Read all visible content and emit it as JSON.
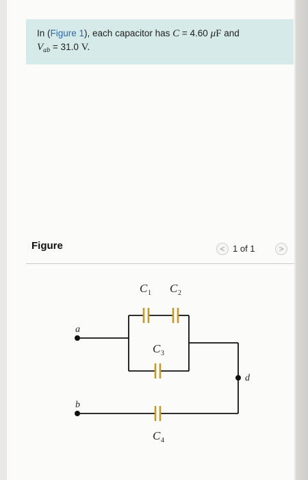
{
  "problem": {
    "intro": "In (",
    "figure_link": "Figure 1",
    "middle": "), each capacitor has ",
    "c_symbol": "C",
    "c_value": " = 4.60 ",
    "c_mu": "μ",
    "c_unit": "F",
    "and": " and",
    "v_symbol": "V",
    "v_sub": "ab",
    "v_value": " = 31.0 ",
    "v_unit": "V."
  },
  "figure": {
    "title": "Figure",
    "page_indicator": "1 of 1",
    "prev_glyph": "<",
    "next_glyph": ">"
  },
  "circuit_labels": {
    "c1": "C",
    "c1_sub": "1",
    "c2": "C",
    "c2_sub": "2",
    "c3": "C",
    "c3_sub": "3",
    "c4": "C",
    "c4_sub": "4",
    "node_a": "a",
    "node_b": "b",
    "node_d": "d"
  },
  "colors": {
    "problem_bg": "#d6ebe9",
    "link": "#2a69a8",
    "capacitor_plate": "#c29a2b",
    "wire": "#111111"
  }
}
